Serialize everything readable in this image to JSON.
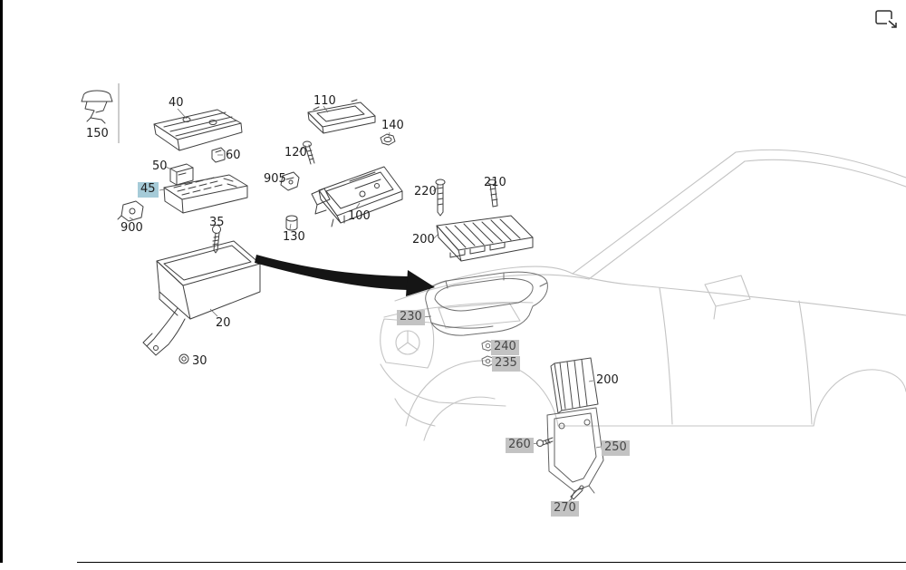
{
  "header": {
    "export_icon": "window-with-export-arrow"
  },
  "diagram": {
    "selected_label_bg": "#a6cbd8",
    "muted_label_bg": "#c3c3c3",
    "labels": [
      {
        "text": "150",
        "state": "normal"
      },
      {
        "text": "40",
        "state": "normal"
      },
      {
        "text": "110",
        "state": "normal"
      },
      {
        "text": "140",
        "state": "normal"
      },
      {
        "text": "120",
        "state": "normal"
      },
      {
        "text": "60",
        "state": "normal"
      },
      {
        "text": "50",
        "state": "normal"
      },
      {
        "text": "45",
        "state": "selected"
      },
      {
        "text": "905",
        "state": "normal"
      },
      {
        "text": "100",
        "state": "normal"
      },
      {
        "text": "900",
        "state": "normal"
      },
      {
        "text": "35",
        "state": "normal"
      },
      {
        "text": "130",
        "state": "normal"
      },
      {
        "text": "220",
        "state": "normal"
      },
      {
        "text": "210",
        "state": "normal"
      },
      {
        "text": "200",
        "state": "normal"
      },
      {
        "text": "230",
        "state": "muted"
      },
      {
        "text": "240",
        "state": "muted"
      },
      {
        "text": "235",
        "state": "muted"
      },
      {
        "text": "20",
        "state": "normal"
      },
      {
        "text": "30",
        "state": "normal"
      },
      {
        "text": "200",
        "state": "normal"
      },
      {
        "text": "260",
        "state": "muted"
      },
      {
        "text": "250",
        "state": "muted"
      },
      {
        "text": "270",
        "state": "muted"
      }
    ]
  }
}
